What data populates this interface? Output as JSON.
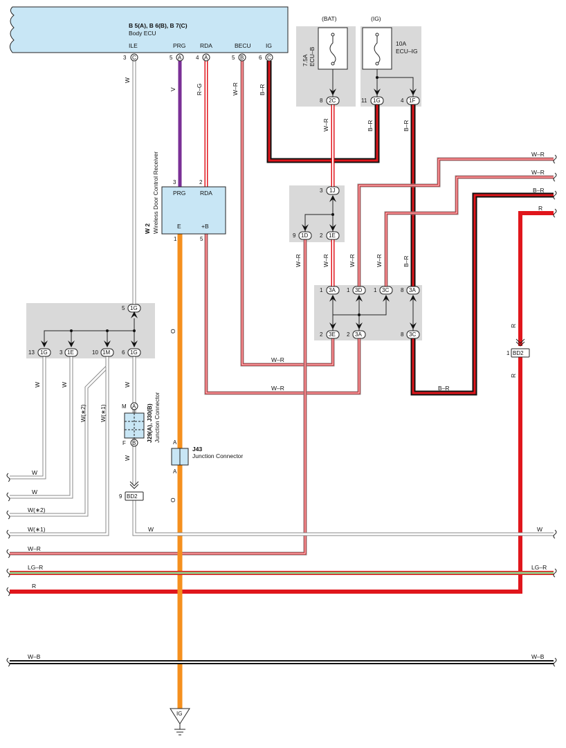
{
  "body_ecu": {
    "title": "B 5(A), B 6(B), B 7(C)",
    "name": "Body ECU",
    "pins": [
      {
        "label": "ILE",
        "num": "3",
        "conn": "C"
      },
      {
        "label": "PRG",
        "num": "5",
        "conn": "A"
      },
      {
        "label": "RDA",
        "num": "4",
        "conn": "A"
      },
      {
        "label": "BECU",
        "num": "5",
        "conn": "B"
      },
      {
        "label": "IG",
        "num": "6",
        "conn": "C"
      }
    ]
  },
  "fuses": [
    {
      "supply": "(BAT)",
      "rating": "7.5A",
      "name": "ECU–B"
    },
    {
      "supply": "(IG)",
      "rating": "10A",
      "name": "ECU–IG"
    }
  ],
  "receiver": {
    "id": "W 2",
    "name": "Wireless Door Control Receiver",
    "pins_top": [
      {
        "label": "PRG",
        "num": "3"
      },
      {
        "label": "RDA",
        "num": "2"
      }
    ],
    "pins_bottom": [
      {
        "label": "E",
        "num": "1"
      },
      {
        "label": "+B",
        "num": "5"
      }
    ]
  },
  "junction_j29": {
    "name": "J29(A), J30(B)",
    "desc": "Junction Connector",
    "top_pin": "M",
    "top_conn": "A",
    "bottom_pin": "F",
    "bottom_conn": "B"
  },
  "junction_j43": {
    "id": "J43",
    "desc": "Junction Connector",
    "pin_top": "A",
    "pin_bottom": "A"
  },
  "ground": {
    "label": "IG"
  },
  "connectors": {
    "c2C": "2C",
    "c1G": "1G",
    "c1F": "1F",
    "c1J": "1J",
    "c1D": "1D",
    "c1E": "1E",
    "c3A": "3A",
    "c3D": "3D",
    "c3C": "3C",
    "c3E": "3E",
    "c1M": "1M",
    "cBD2": "BD2"
  },
  "pin_numbers": {
    "p8": "8",
    "p11": "11",
    "p4": "4",
    "p3": "3",
    "p9": "9",
    "p2": "2",
    "p1": "1",
    "p5": "5",
    "p13": "13",
    "p10": "10",
    "p6": "6"
  },
  "wires": {
    "W": "W",
    "V": "V",
    "R_G": "R–G",
    "W_R": "W–R",
    "B_R": "B–R",
    "O": "O",
    "R": "R",
    "LG_R": "LG–R",
    "W_B": "W–B",
    "W2": "W(∗2)",
    "W1": "W(∗1)"
  },
  "colors": {
    "white_wire": "#cfcfcf",
    "violet": "#7a2f96",
    "red": "#e0161c",
    "orange": "#f5901e",
    "black": "#111111",
    "green": "#8fd18c",
    "gray_box": "#d9d9d9",
    "blue_box": "#c8e6f5"
  }
}
